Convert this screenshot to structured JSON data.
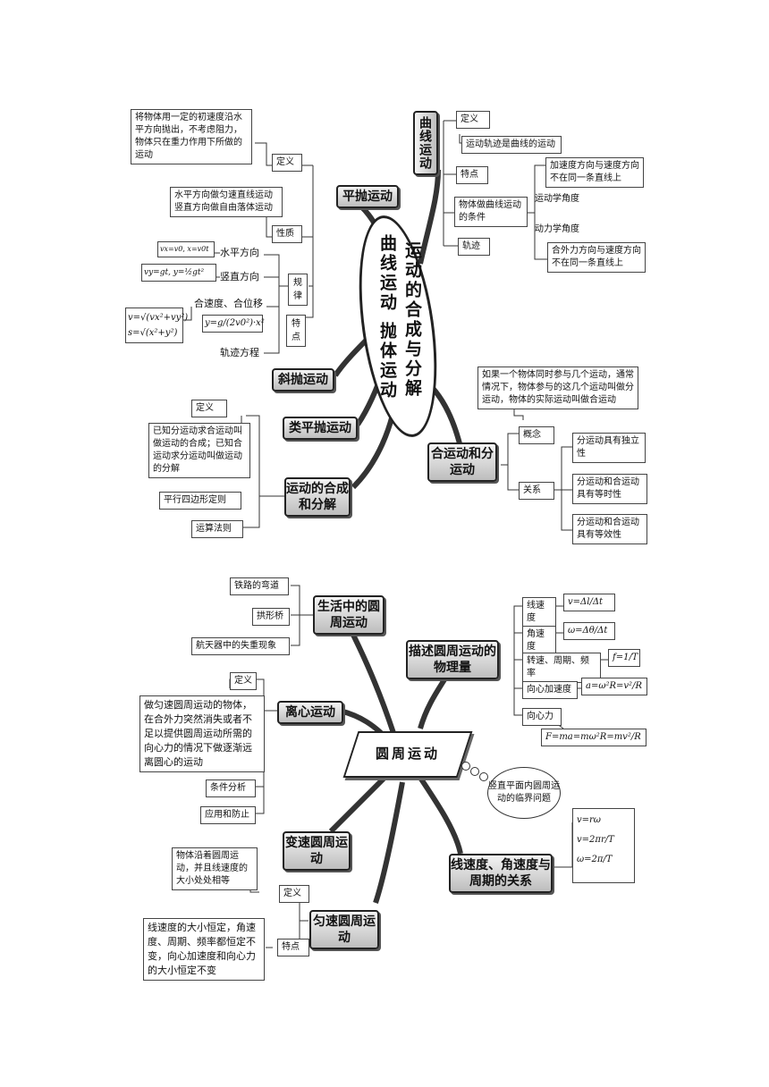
{
  "top": {
    "center_left": "曲线运动  抛体运动",
    "center_right": "运动的合成与分解",
    "curve": {
      "title": "曲线运动",
      "definition_label": "定义",
      "definition_text": "运动轨迹是曲线的运动",
      "feature_label": "特点",
      "condition_label": "物体做曲线运动的条件",
      "kinematic_text": "加速度方向与速度方向不在同一条直线上",
      "kinematic_label": "运动学角度",
      "dynamic_label": "动力学角度",
      "dynamic_text": "合外力方向与速度方向不在同一条直线上",
      "trajectory_label": "轨迹"
    },
    "projectile": {
      "title": "平抛运动",
      "definition_text": "将物体用一定的初速度沿水平方向抛出，不考虑阻力，物体只在重力作用下所做的运动",
      "definition_label": "定义",
      "property_text": "水平方向做匀速直线运动\n竖直方向做自由落体运动",
      "property_label": "性质",
      "horizontal_formula": "vx=v0, x=v0t",
      "horizontal_label": "水平方向",
      "vertical_formula": "vy=gt, y=½gt²",
      "vertical_label": "竖直方向",
      "combined_label": "合速度、合位移",
      "combined_formula_1": "v=√(vx²+vy²)",
      "combined_formula_2": "s=√(x²+y²)",
      "trajectory_formula": "y=g/(2v0²)·x²",
      "trajectory_label": "轨迹方程",
      "law_label": "规律",
      "feature_label": "特点"
    },
    "oblique": "斜抛运动",
    "quasi": "类平抛运动",
    "synthesis": {
      "title": "运动的合成和分解",
      "definition_label": "定义",
      "definition_text": "已知分运动求合运动叫做运动的合成；已知合运动求分运动叫做运动的分解",
      "rule_1": "平行四边形定则",
      "rule_label": "运算法则"
    },
    "combined_motion": {
      "title": "合运动和分运动",
      "concept_text": "如果一个物体同时参与几个运动，通常情况下，物体参与的这几个运动叫做分运动，物体的实际运动叫做合运动",
      "concept_label": "概念",
      "relation_label": "关系",
      "relation_1": "分运动具有独立性",
      "relation_2": "分运动和合运动具有等时性",
      "relation_3": "分运动和合运动具有等效性"
    }
  },
  "bottom": {
    "center": "圆周运动",
    "daily": {
      "title": "生活中的圆周运动",
      "item_1": "铁路的弯道",
      "item_2": "拱形桥",
      "item_3": "航天器中的失重现象"
    },
    "describe": {
      "title": "描述圆周运动的物理量",
      "linear_speed": "线速度",
      "linear_formula": "v=Δl/Δt",
      "angular_speed": "角速度",
      "angular_formula": "ω=Δθ/Δt",
      "period": "转速、周期、频率",
      "period_formula": "f=1/T",
      "acc": "向心加速度",
      "acc_formula": "a=ω²R=v²/R",
      "force": "向心力",
      "force_formula": "F=ma=mω²R=mv²/R"
    },
    "centrifugal": {
      "title": "离心运动",
      "definition_label": "定义",
      "definition_text": "做匀速圆周运动的物体，在合外力突然消失或者不足以提供圆周运动所需的向心力的情况下做逐渐远离圆心的运动",
      "condition": "条件分析",
      "application": "应用和防止"
    },
    "vertical_plane": "竖直平面内圆周运动的临界问题",
    "variable": "变速圆周运动",
    "relation": {
      "title": "线速度、角速度与周期的关系",
      "formula_1": "v=rω",
      "formula_2": "v=2πr/T",
      "formula_3": "ω=2π/T"
    },
    "uniform": {
      "title": "匀速圆周运动",
      "definition_text": "物体沿着圆周运动，并且线速度的大小处处相等",
      "definition_label": "定义",
      "feature_text": "线速度的大小恒定，角速度、周期、频率都恒定不变，向心加速度和向心力的大小恒定不变",
      "feature_label": "特点"
    }
  }
}
